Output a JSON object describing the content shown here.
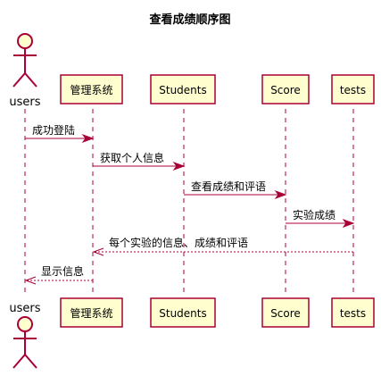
{
  "title": "查看成绩顺序图",
  "participants": {
    "users": "users",
    "system": "管理系统",
    "students": "Students",
    "score": "Score",
    "tests": "tests"
  },
  "messages": [
    {
      "from": "users",
      "to": "system",
      "label": "成功登陆",
      "style": "solid"
    },
    {
      "from": "system",
      "to": "students",
      "label": "获取个人信息",
      "style": "solid"
    },
    {
      "from": "students",
      "to": "score",
      "label": "查看成绩和评语",
      "style": "solid"
    },
    {
      "from": "score",
      "to": "tests",
      "label": "实验成绩",
      "style": "solid"
    },
    {
      "from": "tests",
      "to": "system",
      "label": "每个实验的信息、成绩和评语",
      "style": "dashed"
    },
    {
      "from": "system",
      "to": "users",
      "label": "显示信息",
      "style": "dashed"
    }
  ],
  "colors": {
    "border": "#A80036",
    "fill": "#FEFECE"
  }
}
